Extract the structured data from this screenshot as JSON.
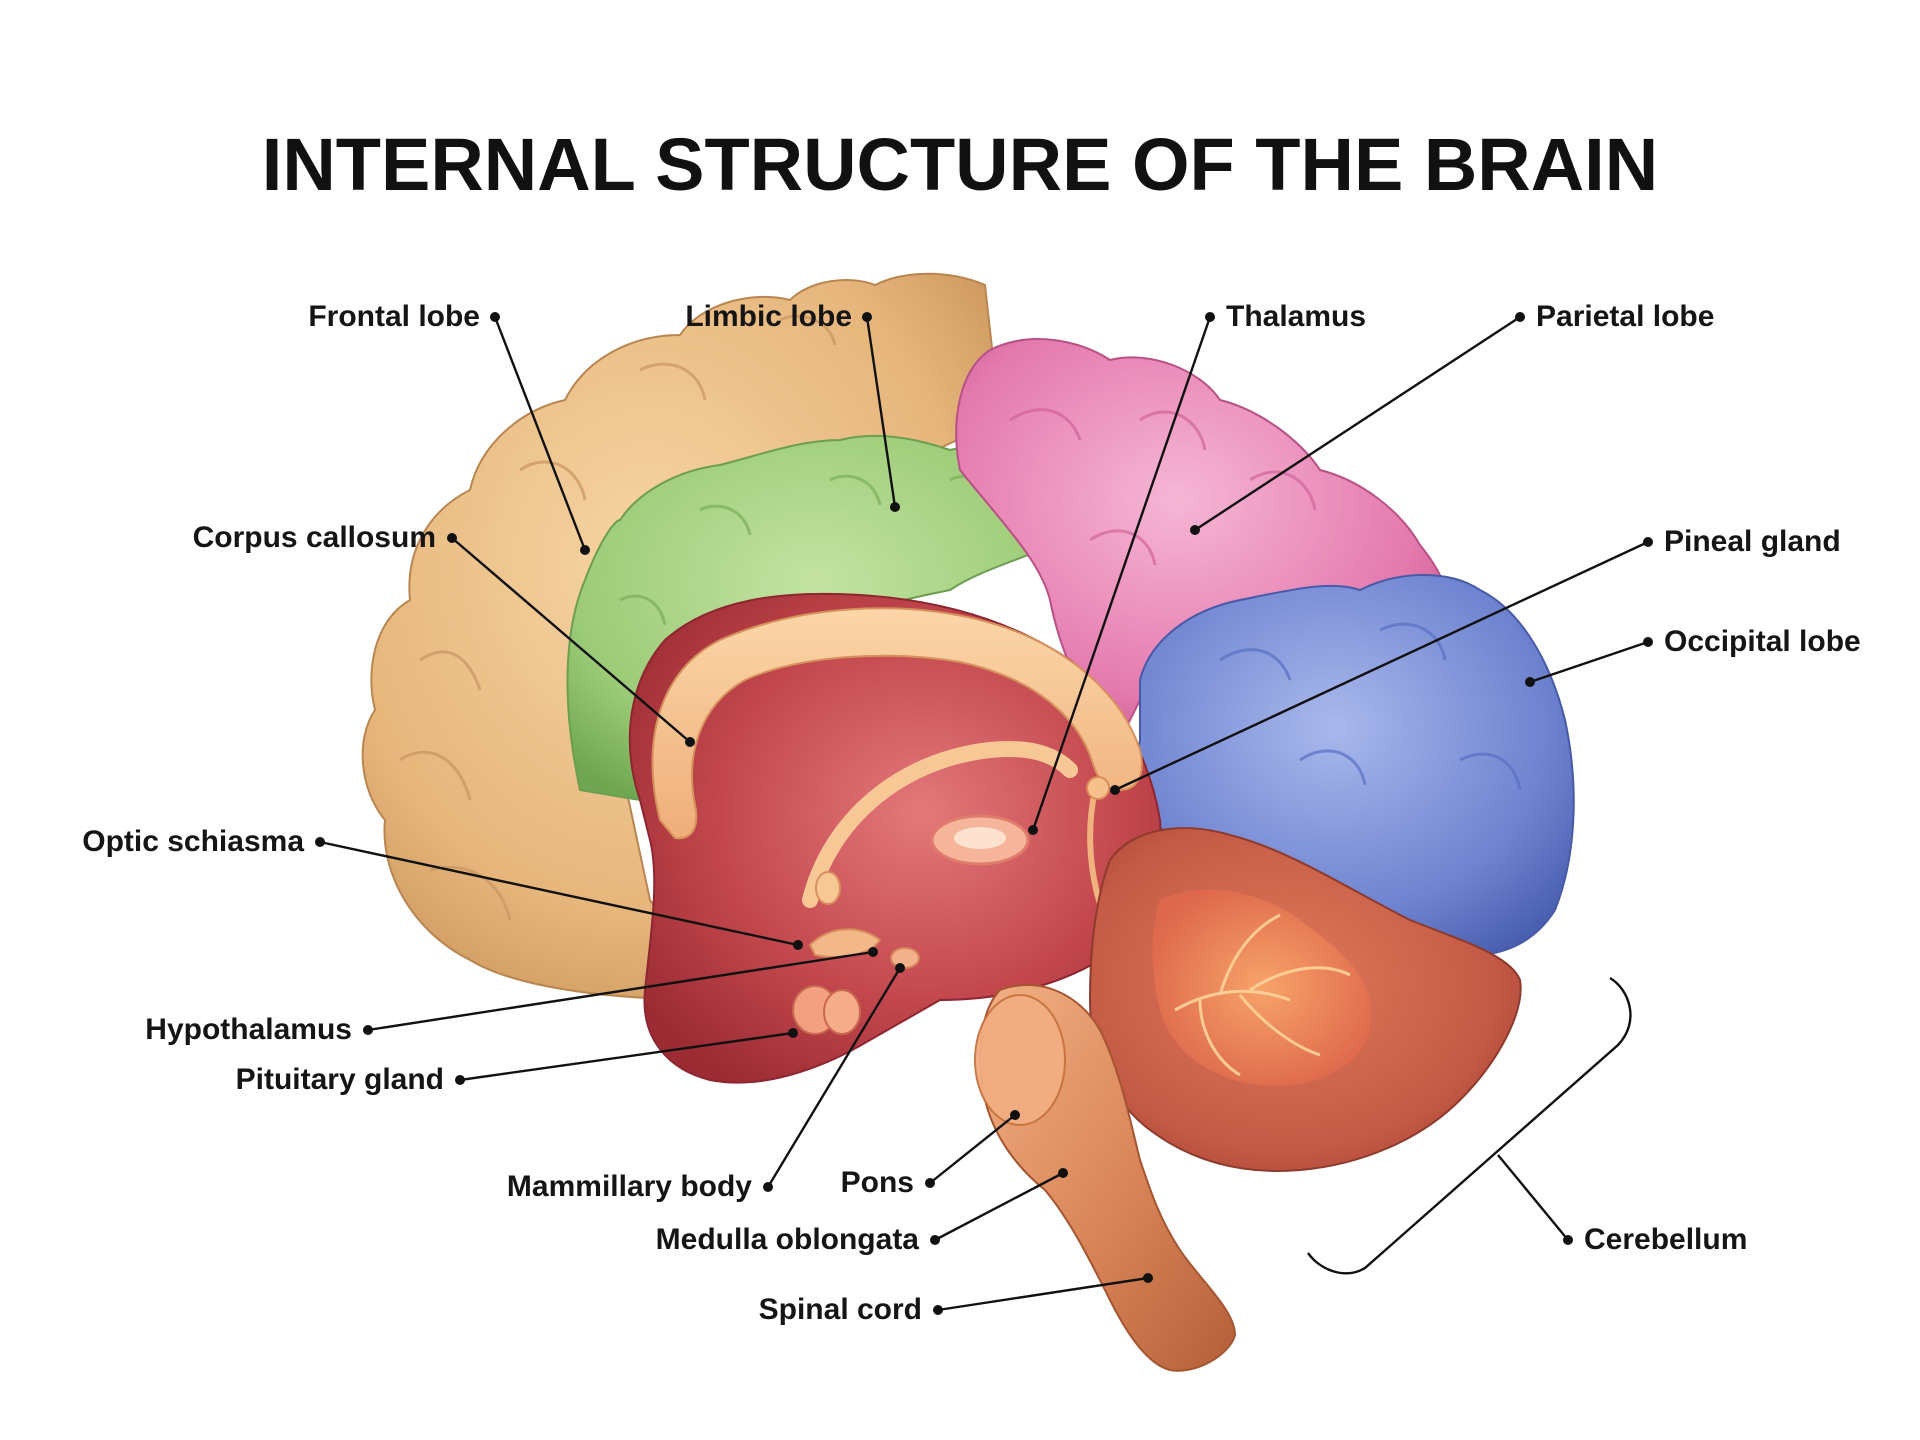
{
  "title": "INTERNAL STRUCTURE OF THE BRAIN",
  "colors": {
    "frontal_lobe": "#e9bd84",
    "limbic_lobe": "#a4cf7e",
    "parietal_lobe": "#e77db0",
    "occipital_lobe": "#6f84cf",
    "cerebellum": "#c85a4a",
    "inner_core": "#b83a3f",
    "corpus_callosum": "#f3c08c",
    "brainstem": "#d98a5a"
  },
  "labels": {
    "frontal_lobe": "Frontal lobe",
    "limbic_lobe": "Limbic lobe",
    "thalamus": "Thalamus",
    "parietal_lobe": "Parietal lobe",
    "corpus_callosum": "Corpus callosum",
    "pineal_gland": "Pineal gland",
    "occipital_lobe": "Occipital lobe",
    "optic_schiasma": "Optic schiasma",
    "hypothalamus": "Hypothalamus",
    "pituitary_gland": "Pituitary gland",
    "mammillary_body": "Mammillary body",
    "pons": "Pons",
    "medulla_oblongata": "Medulla oblongata",
    "spinal_cord": "Spinal cord",
    "cerebellum": "Cerebellum"
  }
}
